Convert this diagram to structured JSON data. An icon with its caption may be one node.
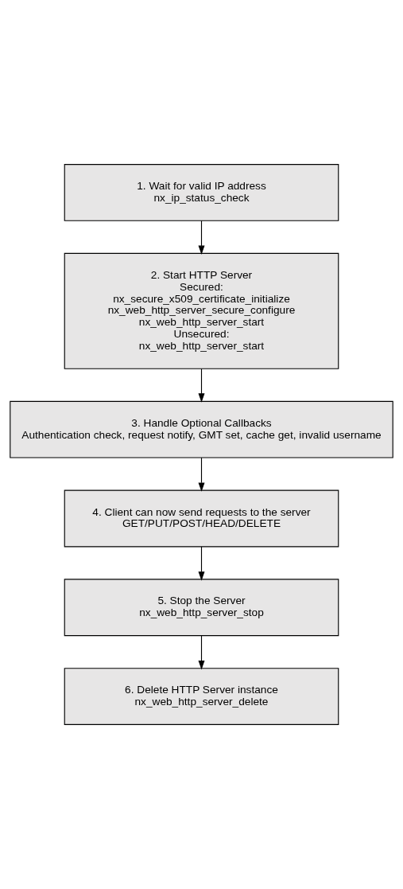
{
  "diagram": {
    "nodes": [
      {
        "text": [
          "1. Wait for valid IP address",
          "nx_ip_status_check"
        ]
      },
      {
        "text": [
          "2. Start HTTP Server",
          "Secured:",
          "nx_secure_x509_certificate_initialize",
          "nx_web_http_server_secure_configure",
          "nx_web_http_server_start",
          "Unsecured:",
          "nx_web_http_server_start"
        ]
      },
      {
        "text": [
          "3. Handle Optional Callbacks",
          "Authentication check, request notify, GMT set, cache get, invalid username"
        ]
      },
      {
        "text": [
          "4. Client can now send requests to the server",
          "GET/PUT/POST/HEAD/DELETE"
        ]
      },
      {
        "text": [
          "5. Stop the Server",
          "nx_web_http_server_stop"
        ]
      },
      {
        "text": [
          "6. Delete HTTP Server instance",
          "nx_web_http_server_delete"
        ]
      }
    ],
    "edges": [
      {
        "from": 0,
        "to": 1,
        "arrow": "to"
      },
      {
        "from": 1,
        "to": 2,
        "arrow": "to"
      },
      {
        "from": 2,
        "to": 3,
        "arrow": "to"
      },
      {
        "from": 3,
        "to": 4,
        "arrow": "to"
      },
      {
        "from": 4,
        "to": 5,
        "arrow": "to"
      }
    ]
  }
}
